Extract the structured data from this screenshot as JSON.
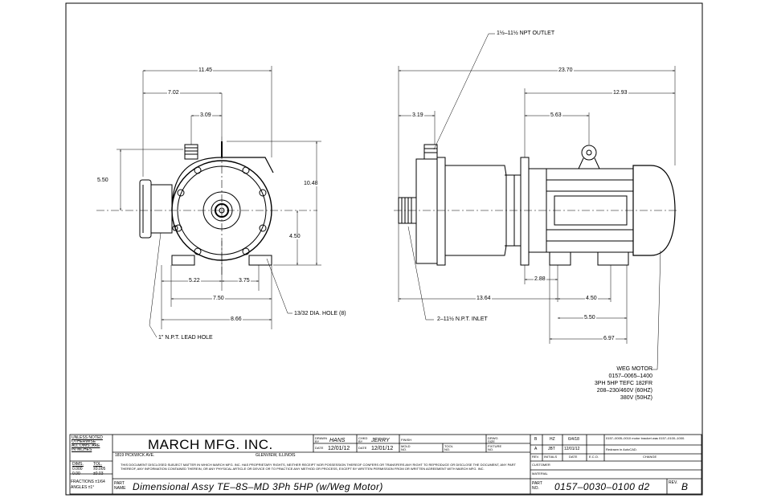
{
  "dimensions": {
    "overall_width_front": "11.45",
    "inlet_center_offset": "7.02",
    "outlet_offset_front": "3.09",
    "shaft_height_side": "5.50",
    "overall_height": "10.48",
    "shaft_height_base": "4.50",
    "base_left": "5.22",
    "base_right": "3.75",
    "base_hole_span": "7.50",
    "base_overall": "8.66",
    "overall_length": "23.70",
    "motor_length": "12.93",
    "outlet_offset_side": "3.19",
    "motor_eye_offset": "5.63",
    "inlet_length": "13.64",
    "motor_foot_offset": "2.88",
    "motor_foot_span": "4.50",
    "motor_base_span": "5.50",
    "motor_base_overall": "6.97"
  },
  "callouts": {
    "outlet": "1½–11½  NPT OUTLET",
    "inlet": "2–11½ N.P.T. INLET",
    "lead_hole": "1\" N.P.T. LEAD HOLE",
    "dia_hole": "13/32 DIA. HOLE (8)",
    "motor_lines": [
      "WEG MOTOR",
      "0157–0065–1400",
      "3PH 5HP TEFC 182FR",
      "208–230/460V (60HZ)",
      "380V (50HZ)"
    ]
  },
  "title_block": {
    "tolerance_lines": [
      "UNLESS NOTED",
      "OTHERWISE",
      "ALL DIMS. ARE",
      "IN INCHES"
    ],
    "tol_header_dims": "DIMS.",
    "tol_header_tol": "TOL.",
    "tol_rows": [
      [
        "0.000",
        "±0.005"
      ],
      [
        "0.00",
        "±0.03"
      ]
    ],
    "fractions": "FRACTIONS ±1/64",
    "angles": "ANGLES ±1°",
    "company": "MARCH MFG. INC.",
    "address": "1819 PICKWICK AVE.",
    "city": "GLENVIEW, ILLINOIS",
    "drawn_by_label": "DRAWN BY",
    "drawn_by": "HANS",
    "checked_by_label": "CHKD BY",
    "checked_by": "JERRY",
    "date_label": "DATE",
    "drawn_date": "12/01/12",
    "checked_date": "12/01/12",
    "finish_label": "FINISH",
    "mold_label": "MOLD NO.",
    "tool_label": "TOOL NO.",
    "drwg_size_label": "DRWG SIZE",
    "fixture_label": "FIXTURE NO.",
    "disclaimer": "THIS DOCUMENT DISCLOSED SUBJECT MATTER IN WHICH MARCH MFG. INC. HAS PROPRIETARY RIGHTS, NEITHER RECEIPT NOR POSSESSION THEREOF CONFERS OR TRANSFERS ANY RIGHT TO REPRODUCE OR DISCLOSE THE DOCUMENT, ANY PART THEREOF, ANY INFORMATION CONTAINED THEREIN, OR ANY PHYSICAL ARTICLE OR DEVICE OR TO PRACTICE ANY METHOD OR PROCESS, EXCEPT BY WRITTEN PERMISSION FROM OR WRITTEN AGREEMENT WITH MARCH MFG. INC.",
    "part_name_label": "PART NAME",
    "part_name": "Dimensional Assy TE–8S–MD 3Ph 5HP (w/Weg Motor)",
    "part_no_label": "PART NO.",
    "part_no": "0157–0030–0100 d2",
    "rev_label": "REV.",
    "rev": "B",
    "revisions": [
      {
        "rev": "B",
        "initials": "HZ",
        "date": "6/4/18",
        "change": "0157–0005–0010 motor bracket was 0157–0100–1000."
      },
      {
        "rev": "A",
        "initials": "JBT",
        "date": "12/01/12",
        "change": "Redrawn in AutoCAD."
      }
    ],
    "rev_headers": [
      "REV.",
      "INITIALS",
      "DATE",
      "E.C.O.",
      "CHANGE"
    ],
    "customer_label": "CUSTOMER",
    "material_label": "MATERIAL"
  }
}
